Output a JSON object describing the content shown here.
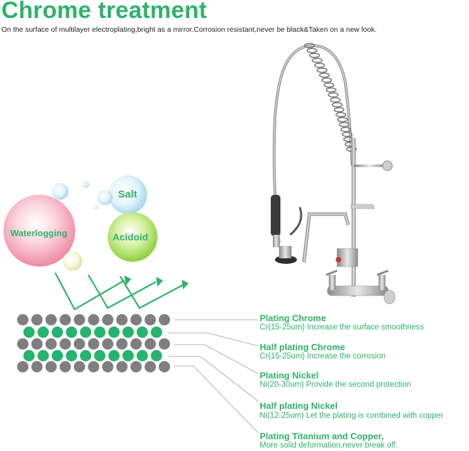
{
  "header": {
    "title": "Chrome treatment",
    "subtitle": "On the surface of multilayer electroplating,bright as a mirror.Corrosion resistant,never be black&Taken on a new look."
  },
  "bubbles": {
    "waterlogging": "Waterlogging",
    "salt": "Salt",
    "acidoid": "Acidoid"
  },
  "layers": [
    {
      "title": "Plating Chrome",
      "desc": "Cr(15-25um) Increase the surface smoothness"
    },
    {
      "title": "Half plating Chrome",
      "desc": "Cr(15-25um) Increase the corrosion"
    },
    {
      "title": "Plating Nickel",
      "desc": "Ni(20-30um) Provide the second protection"
    },
    {
      "title": "Half plating Nickel",
      "desc": "Ni(12-25um) Let the plating is combined with copper"
    },
    {
      "title": "Plating Titanium and Copper,",
      "desc": "More solid deformation,never break off."
    }
  ],
  "colors": {
    "accent": "#2db36a",
    "gray_dot": "#7f7f7f",
    "green_dot": "#26b36e"
  }
}
